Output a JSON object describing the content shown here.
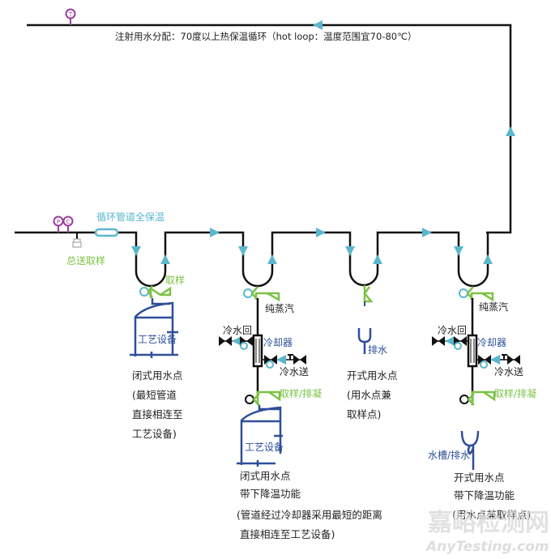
{
  "title": "注射用水分配：70度以上热保温循环（hot loop：温度范围宜70-80℃）",
  "instruments": {
    "top_gauge": "T",
    "pressure_gauge": "P",
    "conductivity_gauge": "C"
  },
  "labels": {
    "insulation": "循环管道全保温",
    "main_sample": "总送取样",
    "sample_1": "取样",
    "equipment_1": "工艺设备",
    "pure_steam_2": "纯蒸汽",
    "cooling_return_2": "冷水回",
    "cooler_2": "冷却器",
    "cooling_supply_2": "冷水送",
    "sample_drain_2": "取样/排凝",
    "equipment_2": "工艺设备",
    "drain_3": "排水",
    "pure_steam_4": "纯蒸汽",
    "cooling_return_4": "冷水回",
    "cooler_4": "冷却器",
    "cooling_supply_4": "冷水送",
    "sample_drain_4": "取样/排凝",
    "sink_drain_4": "水槽/排水"
  },
  "notes": {
    "point_1": [
      "闭式用水点",
      "(最短管道",
      "直接相连至",
      "工艺设备)"
    ],
    "point_2": [
      "闭式用水点",
      "带下降温功能",
      "(管道经过冷却器采用最短的距离",
      "直接相连至工艺设备)"
    ],
    "point_3": [
      "开式用水点",
      "(用水点兼",
      "取样点)"
    ],
    "point_4": [
      "开式用水点",
      "带下降温功能",
      "(用水点兼取样点)"
    ]
  },
  "watermark": {
    "cn": "嘉峪检测网",
    "en": "AnyTesting.com"
  },
  "colors": {
    "pipe": "#111111",
    "flow_arrow": "#5ab7cc",
    "instrument": "#9b3f9b",
    "valve_green": "#7cc245",
    "equipment_blue": "#2e4f9a"
  }
}
